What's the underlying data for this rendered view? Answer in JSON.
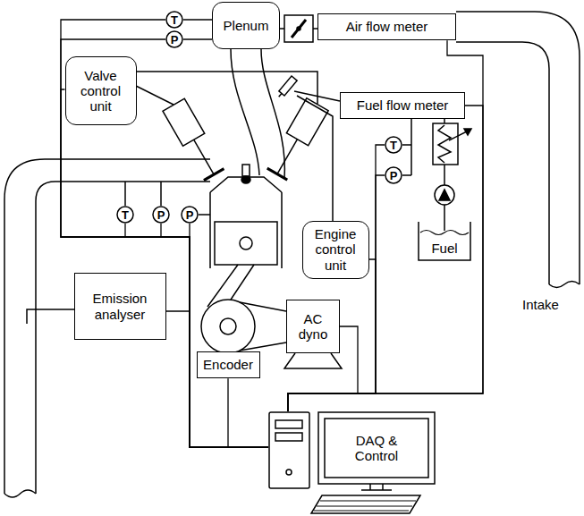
{
  "diagram": {
    "nodes": [
      {
        "text": [
          "T"
        ]
      },
      {
        "text": [
          "P"
        ]
      },
      {
        "text": [
          "Plenum"
        ]
      },
      {
        "text": [
          "Air flow meter"
        ]
      },
      {
        "text": [
          "Valve control unit"
        ]
      },
      {
        "text": [
          "Fuel flow meter"
        ]
      },
      {
        "text": [
          "T"
        ]
      },
      {
        "text": [
          "P"
        ]
      },
      {
        "text": [
          "T"
        ]
      },
      {
        "text": [
          "P"
        ]
      },
      {
        "text": [
          "P"
        ]
      },
      {
        "text": [
          "Engine control unit"
        ]
      },
      {
        "text": [
          "Fuel"
        ]
      },
      {
        "text": [
          "Emission analyser"
        ]
      },
      {
        "text": [
          "AC dyno"
        ]
      },
      {
        "text": [
          "Encoder"
        ]
      },
      {
        "text": [
          "DAQ & Control"
        ]
      }
    ],
    "edges": [
      {
        "from": 0,
        "to": 16,
        "arrow": "none"
      },
      {
        "from": 1,
        "to": 16,
        "arrow": "none"
      },
      {
        "from": 3,
        "to": 16,
        "arrow": "none"
      },
      {
        "from": 4,
        "to": 16,
        "arrow": "none"
      },
      {
        "from": 5,
        "to": 16,
        "arrow": "none"
      },
      {
        "from": 6,
        "to": 16,
        "arrow": "none"
      },
      {
        "from": 7,
        "to": 16,
        "arrow": "none"
      },
      {
        "from": 8,
        "to": 16,
        "arrow": "none"
      },
      {
        "from": 9,
        "to": 16,
        "arrow": "none"
      },
      {
        "from": 10,
        "to": 16,
        "arrow": "none"
      },
      {
        "from": 11,
        "to": 16,
        "arrow": "none"
      },
      {
        "from": 13,
        "to": 16,
        "arrow": "none"
      },
      {
        "from": 14,
        "to": 16,
        "arrow": "none"
      },
      {
        "from": 15,
        "to": 16,
        "arrow": "none"
      }
    ],
    "labels": [
      "Intake"
    ]
  }
}
